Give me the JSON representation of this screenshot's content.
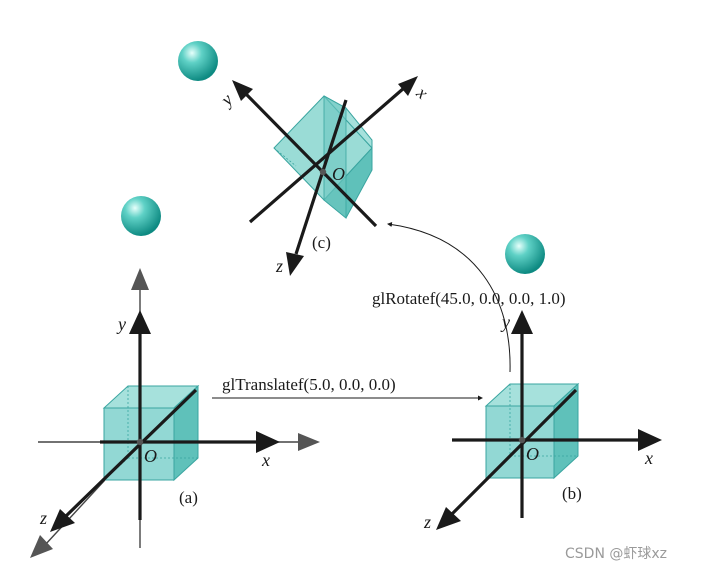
{
  "colors": {
    "cube_fill": "#7fd1cc",
    "cube_edge": "#3aa5a0",
    "sphere_light": "#bff3ee",
    "sphere_dark": "#0e8e86",
    "axis": "#1a1a1a",
    "arrow_gray": "#555555"
  },
  "panels": {
    "a": {
      "label": "(a)",
      "origin": "O",
      "x_axis": "x",
      "y_axis": "y",
      "z_axis": "z"
    },
    "b": {
      "label": "(b)",
      "origin": "O",
      "x_axis": "x",
      "y_axis": "y",
      "z_axis": "z"
    },
    "c": {
      "label": "(c)",
      "origin": "O",
      "x_axis": "x",
      "y_axis": "y",
      "z_axis": "z"
    }
  },
  "transforms": {
    "translate": "glTranslatef(5.0, 0.0, 0.0)",
    "rotate": "glRotatef(45.0, 0.0, 0.0, 1.0)"
  },
  "watermark": "CSDN @虾球xz"
}
